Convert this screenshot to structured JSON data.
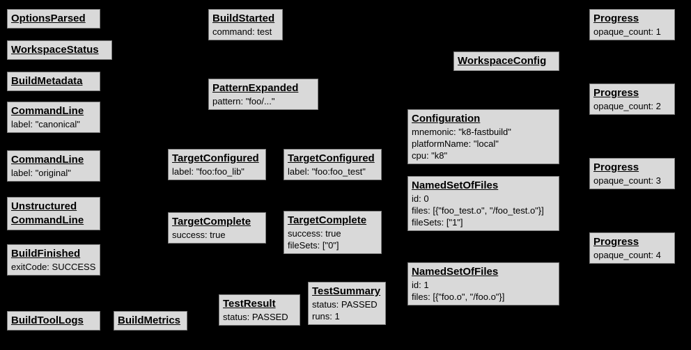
{
  "diagram": {
    "description": "Build event protocol graph",
    "background_color": "#000000",
    "box_fill_color": "#d9d9d9",
    "box_border_color": "#7d7d7d",
    "text_color": "#000000",
    "boxes": {
      "options_parsed": {
        "title": "OptionsParsed",
        "lines": []
      },
      "workspace_status": {
        "title": "WorkspaceStatus",
        "lines": []
      },
      "build_metadata": {
        "title": "BuildMetadata",
        "lines": []
      },
      "command_line_canonical": {
        "title": "CommandLine",
        "lines": [
          "label: \"canonical\""
        ]
      },
      "command_line_original": {
        "title": "CommandLine",
        "lines": [
          "label: \"original\""
        ]
      },
      "unstructured_command_line": {
        "title": "Unstructured\nCommandLine",
        "lines": []
      },
      "build_finished": {
        "title": "BuildFinished",
        "lines": [
          "exitCode: SUCCESS"
        ]
      },
      "build_tool_logs": {
        "title": "BuildToolLogs",
        "lines": []
      },
      "build_metrics": {
        "title": "BuildMetrics",
        "lines": []
      },
      "build_started": {
        "title": "BuildStarted",
        "lines": [
          "command: test"
        ]
      },
      "pattern_expanded": {
        "title": "PatternExpanded",
        "lines": [
          "pattern: \"foo/...\""
        ]
      },
      "target_configured_lib": {
        "title": "TargetConfigured",
        "lines": [
          "label: \"foo:foo_lib\""
        ]
      },
      "target_complete_lib": {
        "title": "TargetComplete",
        "lines": [
          "success: true"
        ]
      },
      "test_result": {
        "title": "TestResult",
        "lines": [
          "status: PASSED"
        ]
      },
      "target_configured_test": {
        "title": "TargetConfigured",
        "lines": [
          "label: \"foo:foo_test\""
        ]
      },
      "target_complete_test": {
        "title": "TargetComplete",
        "lines": [
          "success: true",
          "fileSets: [\"0\"]"
        ]
      },
      "test_summary": {
        "title": "TestSummary",
        "lines": [
          "status: PASSED",
          "runs: 1"
        ]
      },
      "workspace_config": {
        "title": "WorkspaceConfig",
        "lines": []
      },
      "configuration": {
        "title": "Configuration",
        "lines": [
          "mnemonic: \"k8-fastbuild\"",
          "platformName: \"local\"",
          "cpu: \"k8\""
        ]
      },
      "named_set_of_files_0": {
        "title": "NamedSetOfFiles",
        "lines": [
          "id: 0",
          "files: [{\"foo_test.o\", \"/foo_test.o\"}]",
          "fileSets: [\"1\"]"
        ]
      },
      "named_set_of_files_1": {
        "title": "NamedSetOfFiles",
        "lines": [
          "id: 1",
          "files: [{\"foo.o\", \"/foo.o\"}]"
        ]
      },
      "progress_1": {
        "title": "Progress",
        "lines": [
          "opaque_count: 1"
        ]
      },
      "progress_2": {
        "title": "Progress",
        "lines": [
          "opaque_count: 2"
        ]
      },
      "progress_3": {
        "title": "Progress",
        "lines": [
          "opaque_count: 3"
        ]
      },
      "progress_4": {
        "title": "Progress",
        "lines": [
          "opaque_count: 4"
        ]
      }
    }
  }
}
